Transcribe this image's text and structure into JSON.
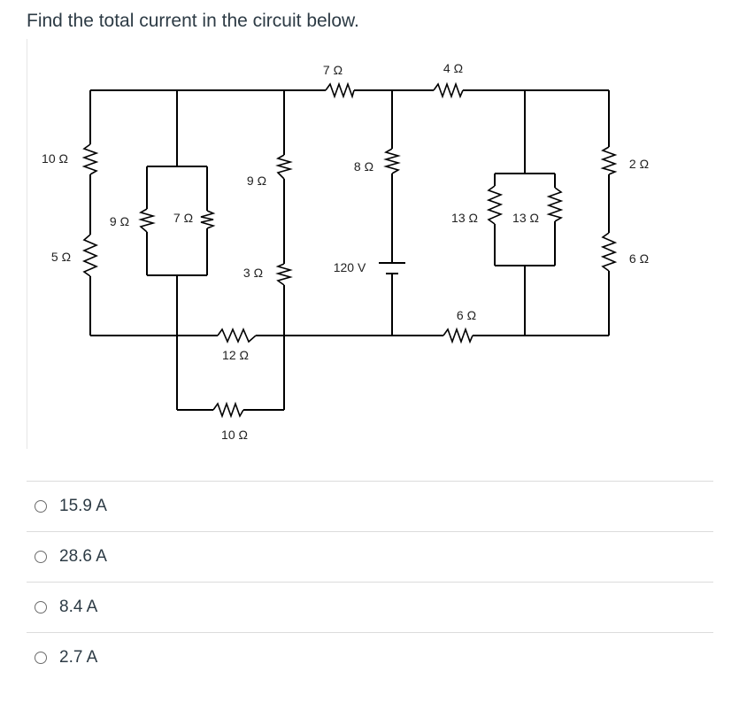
{
  "question": {
    "text": "Find the total current in the circuit below."
  },
  "circuit": {
    "labels": {
      "r_top_7": "7 Ω",
      "r_top_4": "4 Ω",
      "r_left_10": "10 Ω",
      "r_left_5": "5 Ω",
      "r_9": "9 Ω",
      "r_7": "7 Ω",
      "r_mid_9": "9 Ω",
      "r_mid_3": "3 Ω",
      "r_8": "8 Ω",
      "battery": "120 V",
      "r_13a": "13 Ω",
      "r_13b": "13 Ω",
      "r_6_bottom": "6 Ω",
      "r_2": "2 Ω",
      "r_6_right": "6 Ω",
      "r_12": "12 Ω",
      "r_10_bottom": "10 Ω"
    }
  },
  "answers": {
    "options": [
      {
        "label": "15.9 A"
      },
      {
        "label": "28.6 A"
      },
      {
        "label": "8.4 A"
      },
      {
        "label": "2.7 A"
      }
    ]
  }
}
